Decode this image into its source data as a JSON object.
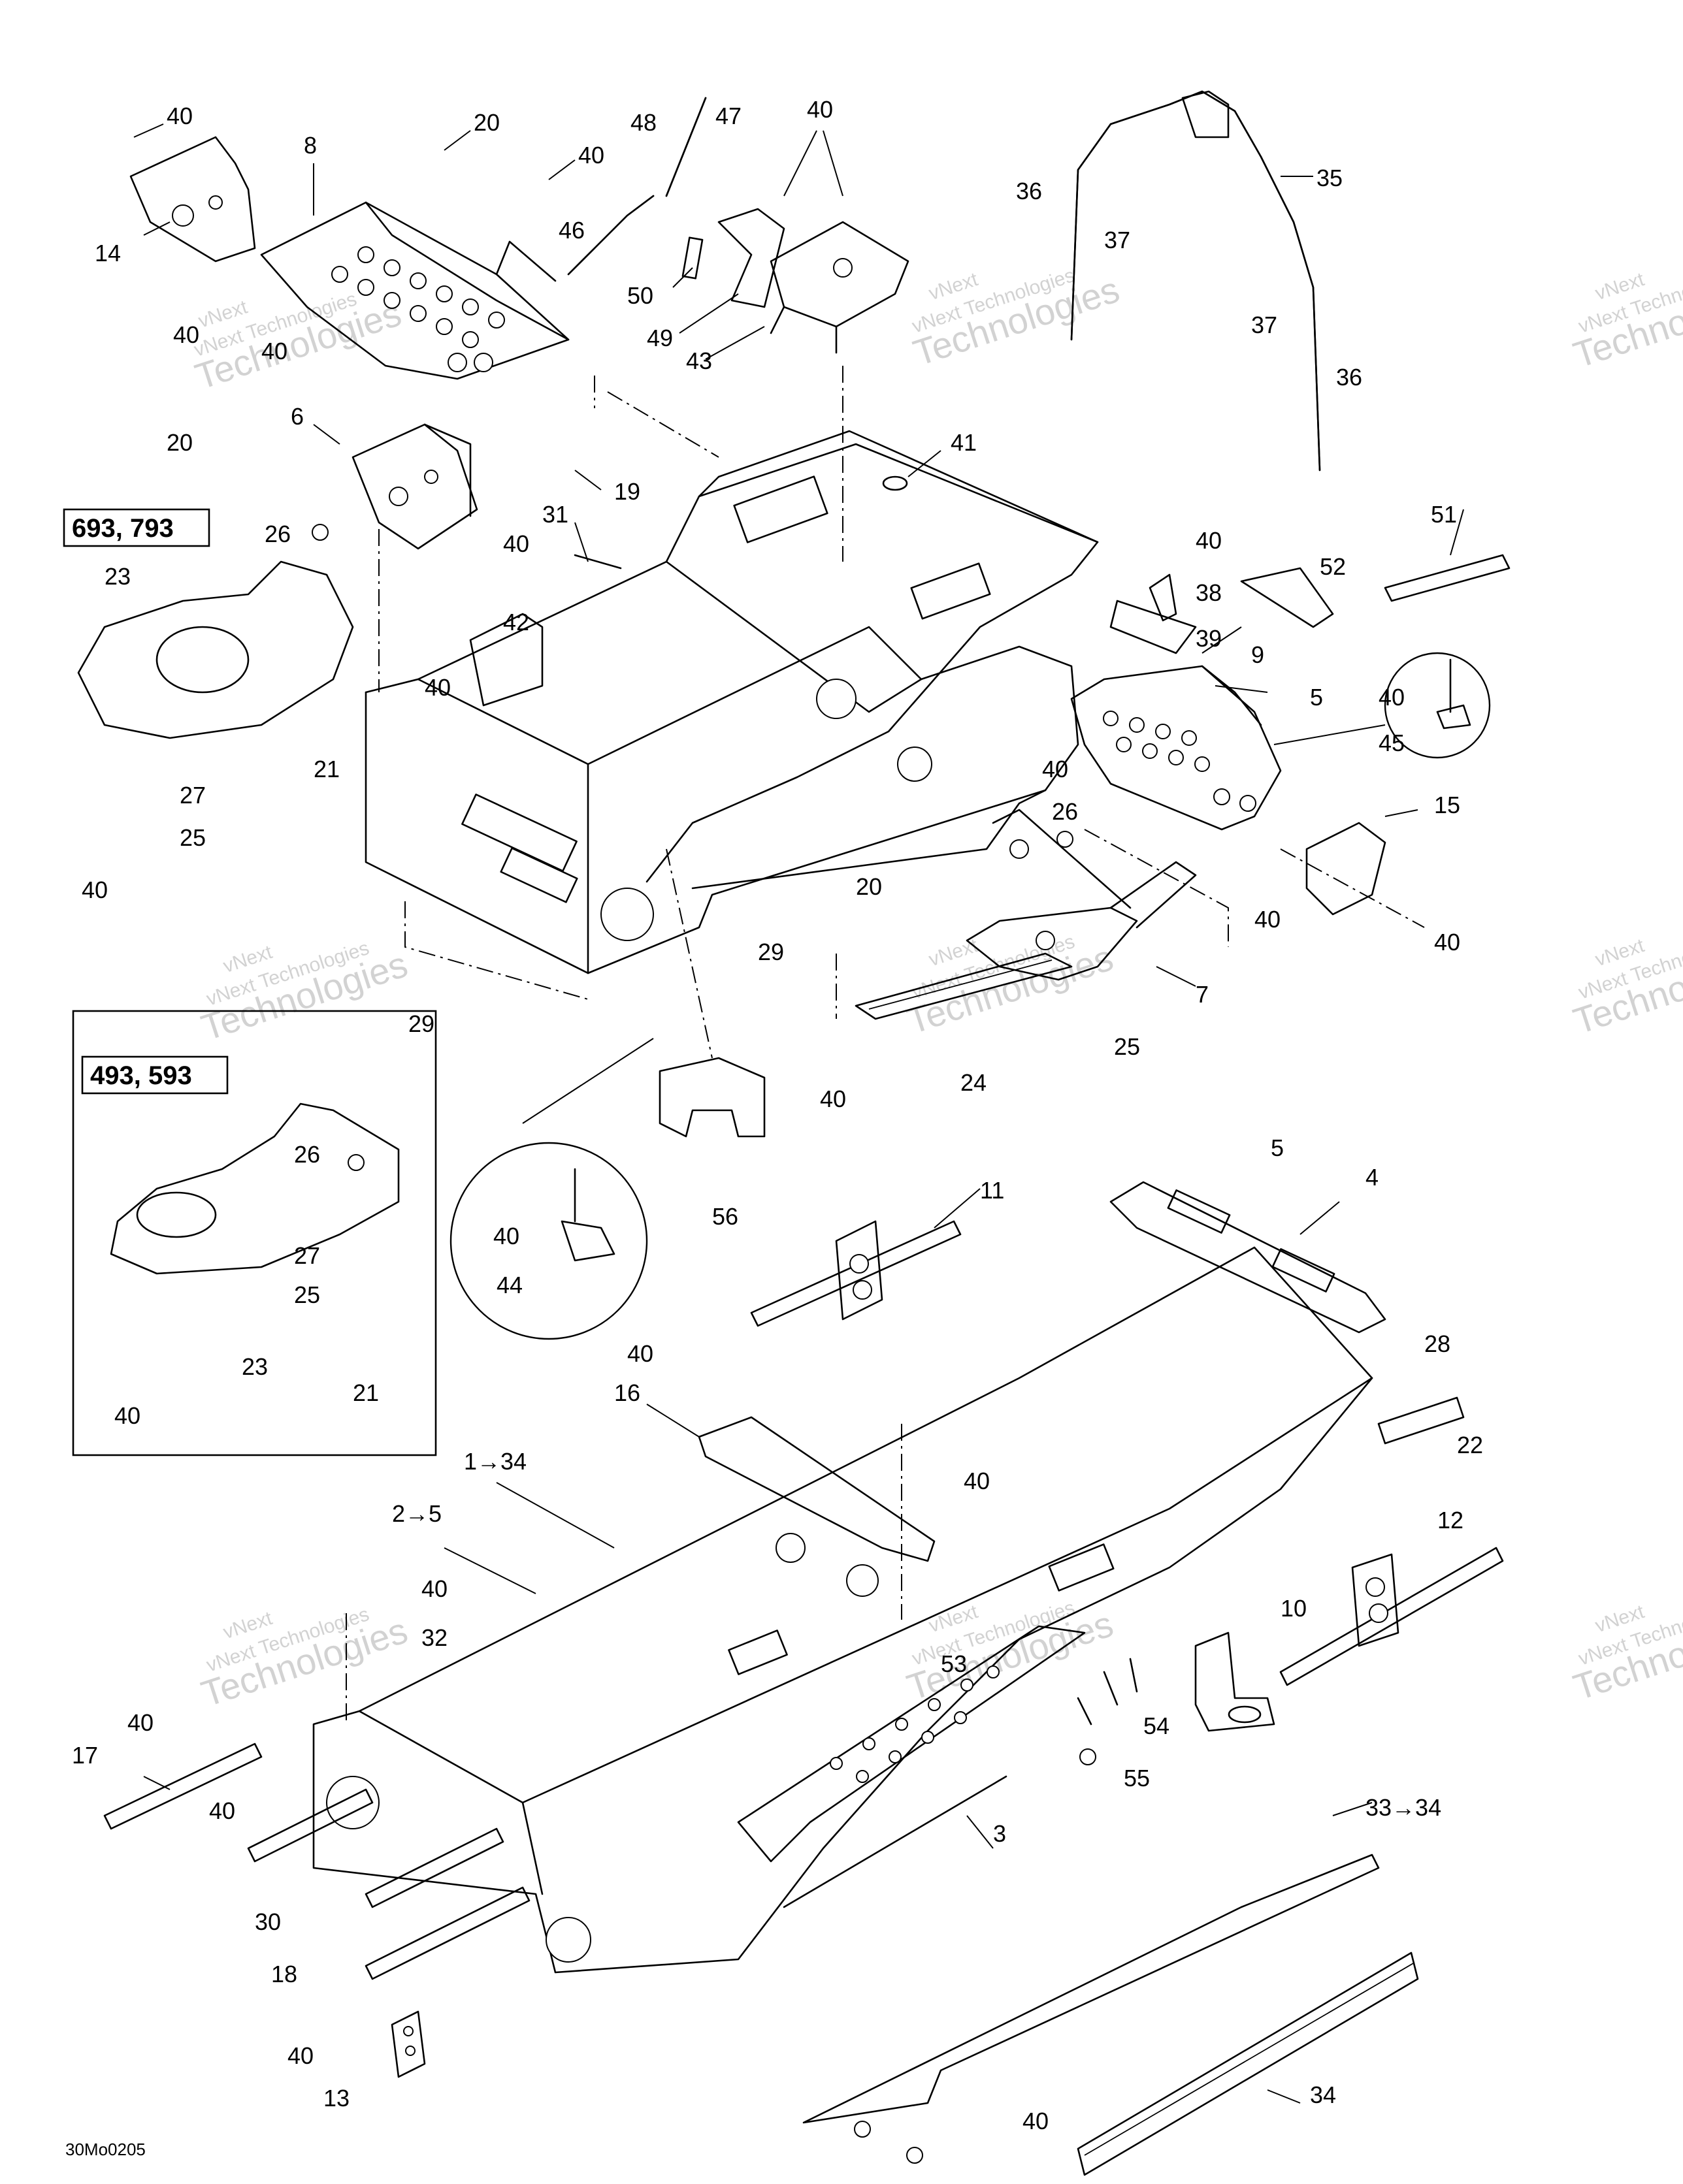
{
  "watermark": {
    "line1": "vNext",
    "line2": "vNext Technologies",
    "line3": "Technologies"
  },
  "reference_code": "30Mo0205",
  "insets": {
    "upper_model_label": "693, 793",
    "lower_model_label": "493, 593"
  },
  "callouts": [
    {
      "id": "c-40-a",
      "label": "40"
    },
    {
      "id": "c-8",
      "label": "8"
    },
    {
      "id": "c-20-a",
      "label": "20"
    },
    {
      "id": "c-40-b",
      "label": "40"
    },
    {
      "id": "c-48",
      "label": "48"
    },
    {
      "id": "c-47",
      "label": "47"
    },
    {
      "id": "c-40-c",
      "label": "40"
    },
    {
      "id": "c-35",
      "label": "35"
    },
    {
      "id": "c-36-a",
      "label": "36"
    },
    {
      "id": "c-37-a",
      "label": "37"
    },
    {
      "id": "c-14",
      "label": "14"
    },
    {
      "id": "c-46",
      "label": "46"
    },
    {
      "id": "c-50",
      "label": "50"
    },
    {
      "id": "c-40-d",
      "label": "40"
    },
    {
      "id": "c-40-e",
      "label": "40"
    },
    {
      "id": "c-49",
      "label": "49"
    },
    {
      "id": "c-43",
      "label": "43"
    },
    {
      "id": "c-37-b",
      "label": "37"
    },
    {
      "id": "c-36-b",
      "label": "36"
    },
    {
      "id": "c-6",
      "label": "6"
    },
    {
      "id": "c-20-b",
      "label": "20"
    },
    {
      "id": "c-41",
      "label": "41"
    },
    {
      "id": "c-19",
      "label": "19"
    },
    {
      "id": "c-31",
      "label": "31"
    },
    {
      "id": "c-26-a",
      "label": "26"
    },
    {
      "id": "c-23-a",
      "label": "23"
    },
    {
      "id": "c-40-f",
      "label": "40"
    },
    {
      "id": "c-40-g",
      "label": "40"
    },
    {
      "id": "c-51",
      "label": "51"
    },
    {
      "id": "c-52",
      "label": "52"
    },
    {
      "id": "c-38",
      "label": "38"
    },
    {
      "id": "c-42",
      "label": "42"
    },
    {
      "id": "c-39",
      "label": "39"
    },
    {
      "id": "c-9",
      "label": "9"
    },
    {
      "id": "c-40-h",
      "label": "40"
    },
    {
      "id": "c-5-a",
      "label": "5"
    },
    {
      "id": "c-40-i",
      "label": "40"
    },
    {
      "id": "c-45",
      "label": "45"
    },
    {
      "id": "c-21-a",
      "label": "21"
    },
    {
      "id": "c-27-a",
      "label": "27"
    },
    {
      "id": "c-25-a",
      "label": "25"
    },
    {
      "id": "c-40-j",
      "label": "40"
    },
    {
      "id": "c-40-k",
      "label": "40"
    },
    {
      "id": "c-26-b",
      "label": "26"
    },
    {
      "id": "c-15",
      "label": "15"
    },
    {
      "id": "c-20-c",
      "label": "20"
    },
    {
      "id": "c-29-a",
      "label": "29"
    },
    {
      "id": "c-40-l",
      "label": "40"
    },
    {
      "id": "c-40-m",
      "label": "40"
    },
    {
      "id": "c-7",
      "label": "7"
    },
    {
      "id": "c-29-b",
      "label": "29"
    },
    {
      "id": "c-25-b",
      "label": "25"
    },
    {
      "id": "c-24",
      "label": "24"
    },
    {
      "id": "c-40-n",
      "label": "40"
    },
    {
      "id": "c-26-c",
      "label": "26"
    },
    {
      "id": "c-56",
      "label": "56"
    },
    {
      "id": "c-5-b",
      "label": "5"
    },
    {
      "id": "c-11",
      "label": "11"
    },
    {
      "id": "c-4",
      "label": "4"
    },
    {
      "id": "c-40-o",
      "label": "40"
    },
    {
      "id": "c-44",
      "label": "44"
    },
    {
      "id": "c-27-b",
      "label": "27"
    },
    {
      "id": "c-25-c",
      "label": "25"
    },
    {
      "id": "c-23-b",
      "label": "23"
    },
    {
      "id": "c-21-b",
      "label": "21"
    },
    {
      "id": "c-40-p",
      "label": "40"
    },
    {
      "id": "c-40-q",
      "label": "40"
    },
    {
      "id": "c-16",
      "label": "16"
    },
    {
      "id": "c-28",
      "label": "28"
    },
    {
      "id": "c-22",
      "label": "22"
    },
    {
      "id": "c-1-34",
      "label": "1→34"
    },
    {
      "id": "c-40-r",
      "label": "40"
    },
    {
      "id": "c-2-5",
      "label": "2→5"
    },
    {
      "id": "c-12",
      "label": "12"
    },
    {
      "id": "c-40-s",
      "label": "40"
    },
    {
      "id": "c-32",
      "label": "32"
    },
    {
      "id": "c-10",
      "label": "10"
    },
    {
      "id": "c-53",
      "label": "53"
    },
    {
      "id": "c-40-t",
      "label": "40"
    },
    {
      "id": "c-17",
      "label": "17"
    },
    {
      "id": "c-54",
      "label": "54"
    },
    {
      "id": "c-40-u",
      "label": "40"
    },
    {
      "id": "c-55",
      "label": "55"
    },
    {
      "id": "c-33-34",
      "label": "33→34"
    },
    {
      "id": "c-3",
      "label": "3"
    },
    {
      "id": "c-30",
      "label": "30"
    },
    {
      "id": "c-18",
      "label": "18"
    },
    {
      "id": "c-34",
      "label": "34"
    },
    {
      "id": "c-40-v",
      "label": "40"
    },
    {
      "id": "c-13",
      "label": "13"
    },
    {
      "id": "c-40-w",
      "label": "40"
    }
  ]
}
